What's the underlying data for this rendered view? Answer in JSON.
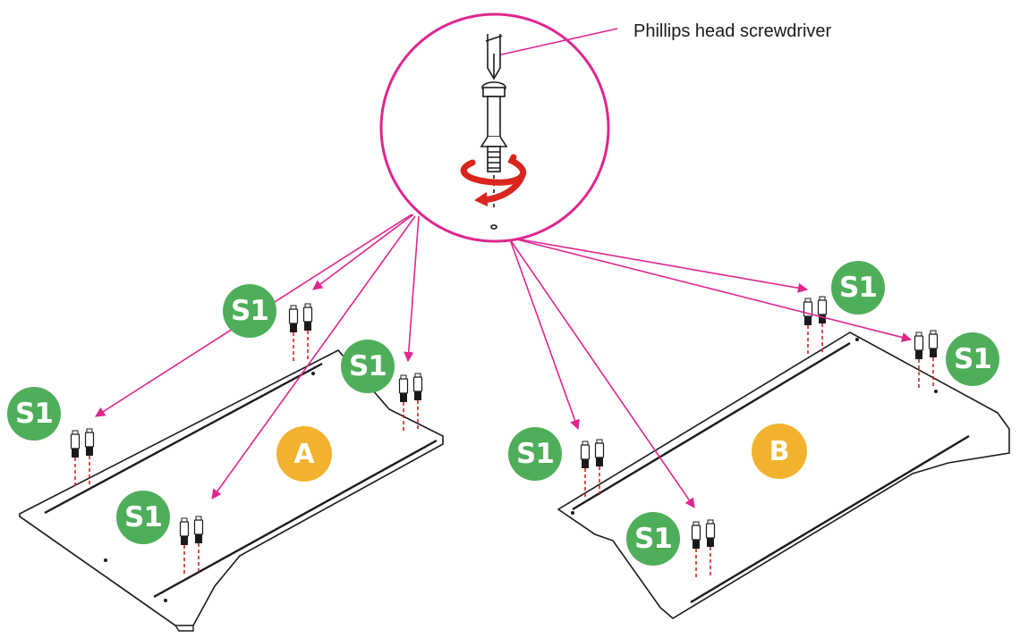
{
  "callout": {
    "tool_label": "Phillips head screwdriver"
  },
  "parts": {
    "screw_code": "S1",
    "panel_a": "A",
    "panel_b": "B"
  },
  "colors": {
    "callout_pink": "#e0258f",
    "badge_green": "#4fae5a",
    "panel_badge_yellow": "#f2b22e",
    "rotation_red": "#d9251d",
    "guide_line_red": "#d9251d",
    "outline_black": "#1a1a1a"
  },
  "icons": {
    "screwdriver": "screwdriver-icon",
    "cam_bolt": "cam-bolt-icon",
    "rotation_arrow": "rotate-clockwise-icon"
  }
}
